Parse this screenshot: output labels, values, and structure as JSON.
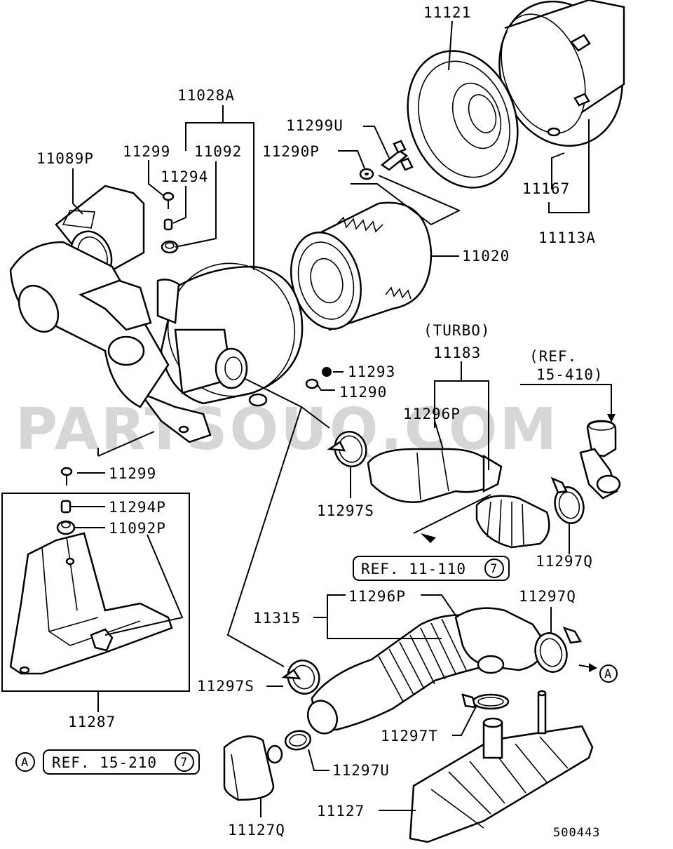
{
  "watermark": "PARTSOUQ.COM",
  "drawing_number": "500443",
  "notes": {
    "turbo": "(TURBO)",
    "ref_15_410_line1": "(REF.",
    "ref_15_410_line2": "15-410)",
    "ref_11_110": "REF. 11-110",
    "ref_11_110_circle": "7",
    "ref_15_210": "REF. 15-210",
    "ref_15_210_circle": "7",
    "callout_a": "A",
    "callout_a_left": "A"
  },
  "labels": {
    "p11121": "11121",
    "p11028A": "11028A",
    "p11299_top": "11299",
    "p11092": "11092",
    "p11089P": "11089P",
    "p11294": "11294",
    "p11299U": "11299U",
    "p11290P": "11290P",
    "p11167": "11167",
    "p11113A": "11113A",
    "p11020": "11020",
    "p11183": "11183",
    "p11293": "11293",
    "p11290": "11290",
    "p11296P_top": "11296P",
    "p11299_mid": "11299",
    "p11294P": "11294P",
    "p11092P": "11092P",
    "p11297S_top": "11297S",
    "p11297Q_top": "11297Q",
    "p11315": "11315",
    "p11296P_bottom": "11296P",
    "p11297Q_bottom": "11297Q",
    "p11297S_bottom": "11297S",
    "p11287": "11287",
    "p11297T": "11297T",
    "p11297U": "11297U",
    "p11127": "11127",
    "p11127Q": "11127Q"
  }
}
